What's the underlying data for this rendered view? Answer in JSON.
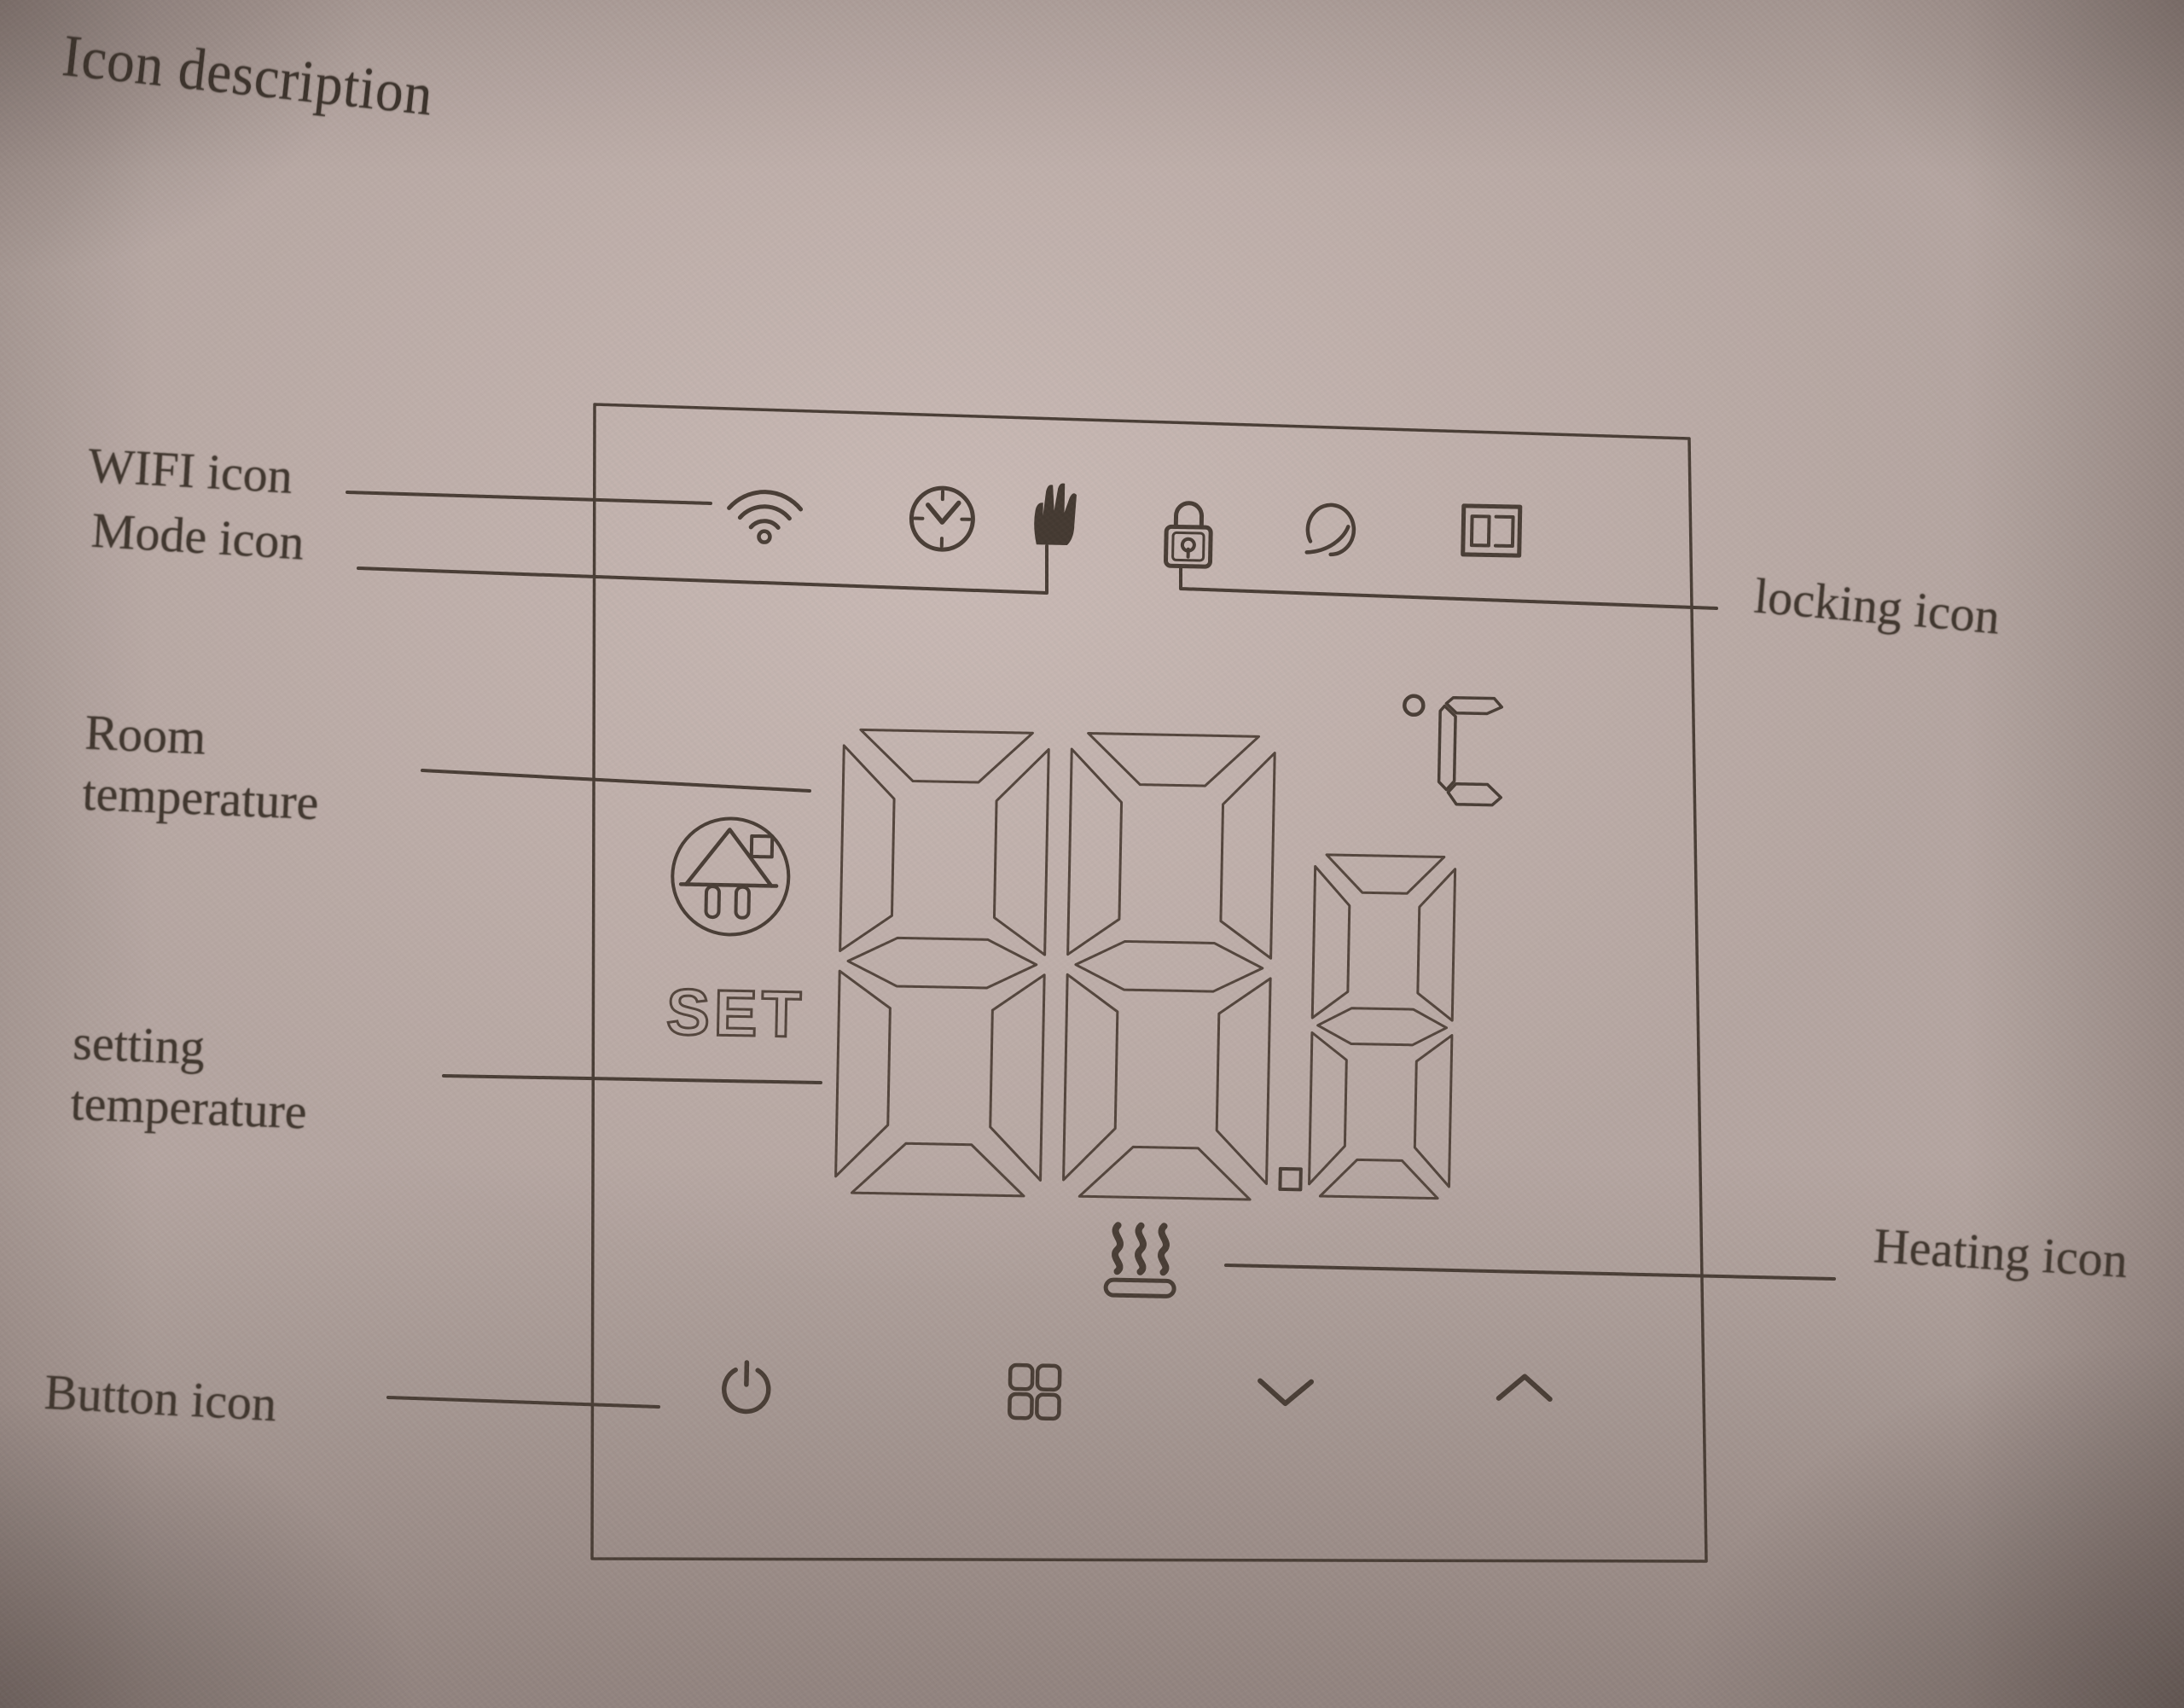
{
  "page": {
    "title": "Icon description"
  },
  "labels": {
    "wifi": "WIFI icon",
    "mode": "Mode icon",
    "room": "Room temperature",
    "setting": "setting temperature",
    "button": "Button icon",
    "locking": "locking icon",
    "heating": "Heating icon"
  },
  "display": {
    "set_label": "SET",
    "unit": "°C",
    "value": "88.8",
    "top_icons": [
      "wifi-icon",
      "clock-icon",
      "hand-mode-icon",
      "lock-icon",
      "eco-leaf-icon",
      "open-window-icon"
    ],
    "center_icons": [
      "home-icon"
    ],
    "status_icons": [
      "heating-icon"
    ],
    "button_icons": [
      "power-icon",
      "menu-icon",
      "arrow-down-icon",
      "arrow-up-icon"
    ]
  },
  "colors": {
    "paper": "#b5a6a1",
    "ink": "#4a3e36"
  }
}
